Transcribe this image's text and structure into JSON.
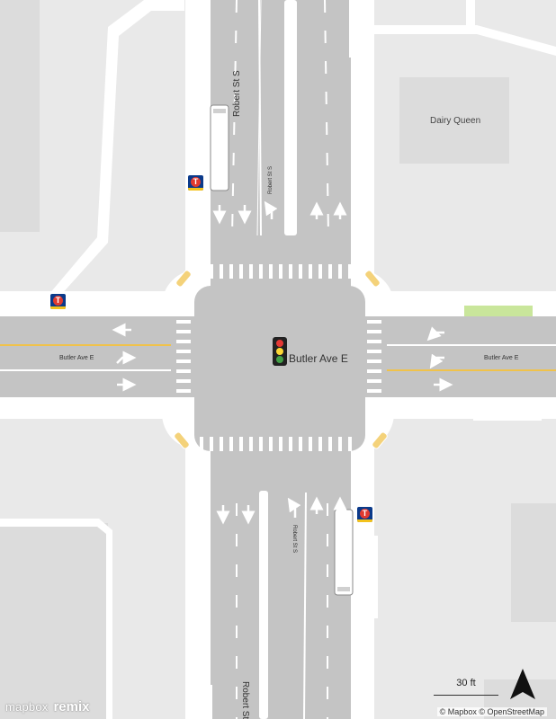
{
  "streets": {
    "robert_north": "Robert St S",
    "robert_north_small": "Robert St S",
    "robert_south_small": "Robert St S",
    "robert_south": "Robert St S",
    "butler_west": "Butler Ave E",
    "butler_east": "Butler Ave E"
  },
  "intersection_label": "Butler Ave E",
  "poi": {
    "dairy_queen": "Dairy Queen"
  },
  "transit_stop_glyph": "T",
  "scale_label": "30 ft",
  "attribution": "© Mapbox © OpenStreetMap",
  "branding": {
    "mapbox": "mapbox",
    "remix": "remix"
  },
  "icons": [
    "traffic-signal-icon",
    "transit-stop-icon",
    "north-arrow-icon",
    "bus-icon",
    "lane-arrow-icon"
  ],
  "colors": {
    "land": "#e9e9e9",
    "sidewalk": "#ffffff",
    "road": "#c4c4c4",
    "building": "#dcdcdc",
    "center_line": "#f0c24a",
    "park": "#c9e69b",
    "stop_blue": "#0b3a8a",
    "stop_red": "#e03a2f"
  }
}
